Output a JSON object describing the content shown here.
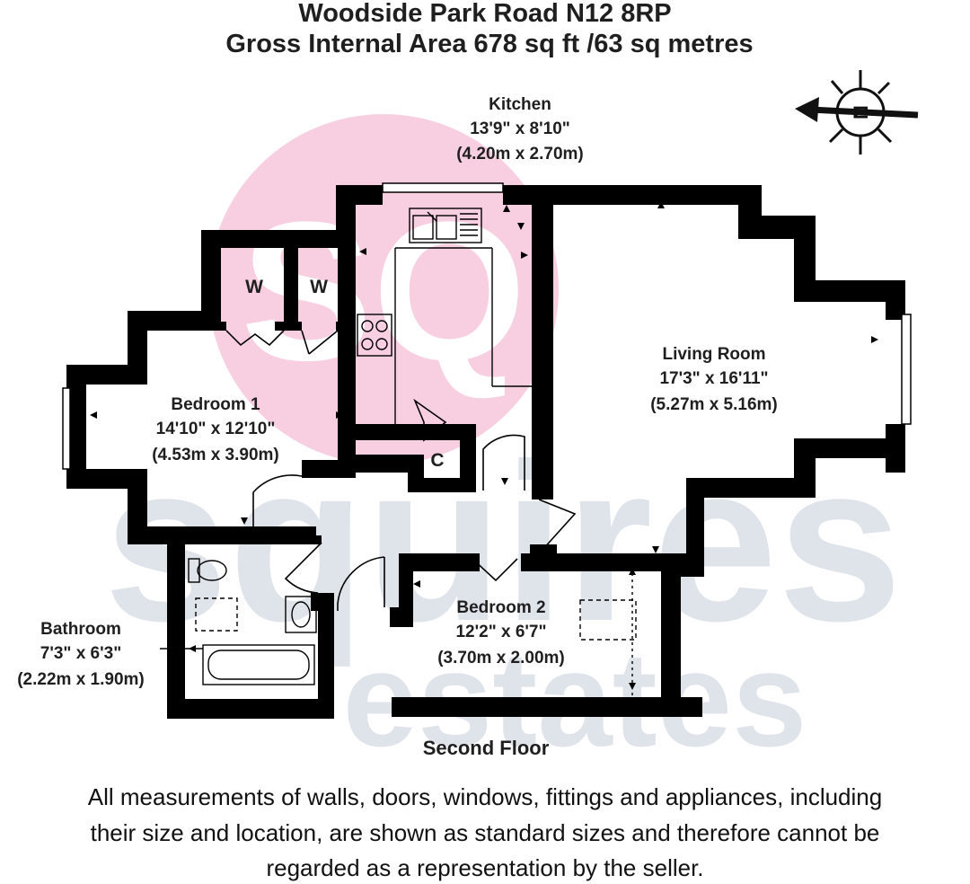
{
  "header": {
    "address": "Woodside Park Road N12 8RP",
    "area": "Gross Internal Area 678 sq ft /63 sq metres"
  },
  "compass": {
    "letter": "N"
  },
  "watermark": {
    "logo_letters": "SQ",
    "brand_top": "squires",
    "brand_bottom": "estates",
    "colors": {
      "logo_pink": "#f7cfe0",
      "brand_grey": "#dfe3ea"
    }
  },
  "rooms": [
    {
      "name": "Kitchen",
      "imperial": "13'9\" x 8'10\"",
      "metric": "(4.20m x 2.70m)"
    },
    {
      "name": "Living Room",
      "imperial": "17'3\" x 16'11\"",
      "metric": "(5.27m x 5.16m)"
    },
    {
      "name": "Bedroom 1",
      "imperial": "14'10\" x 12'10\"",
      "metric": "(4.53m x 3.90m)"
    },
    {
      "name": "Bedroom 2",
      "imperial": "12'2\" x 6'7\"",
      "metric": "(3.70m x 2.00m)"
    },
    {
      "name": "Bathroom",
      "imperial": "7'3\" x 6'3\"",
      "metric": "(2.22m x 1.90m)"
    }
  ],
  "labels": {
    "wardrobe": "W",
    "cupboard": "C"
  },
  "floor_label": "Second Floor",
  "disclaimer": [
    "All measurements of walls, doors, windows, fittings and appliances, including",
    "their size and location, are shown as standard sizes and therefore cannot be",
    "regarded as a representation by the seller."
  ],
  "colors": {
    "wall": "#000000",
    "text": "#1f1f1f"
  }
}
